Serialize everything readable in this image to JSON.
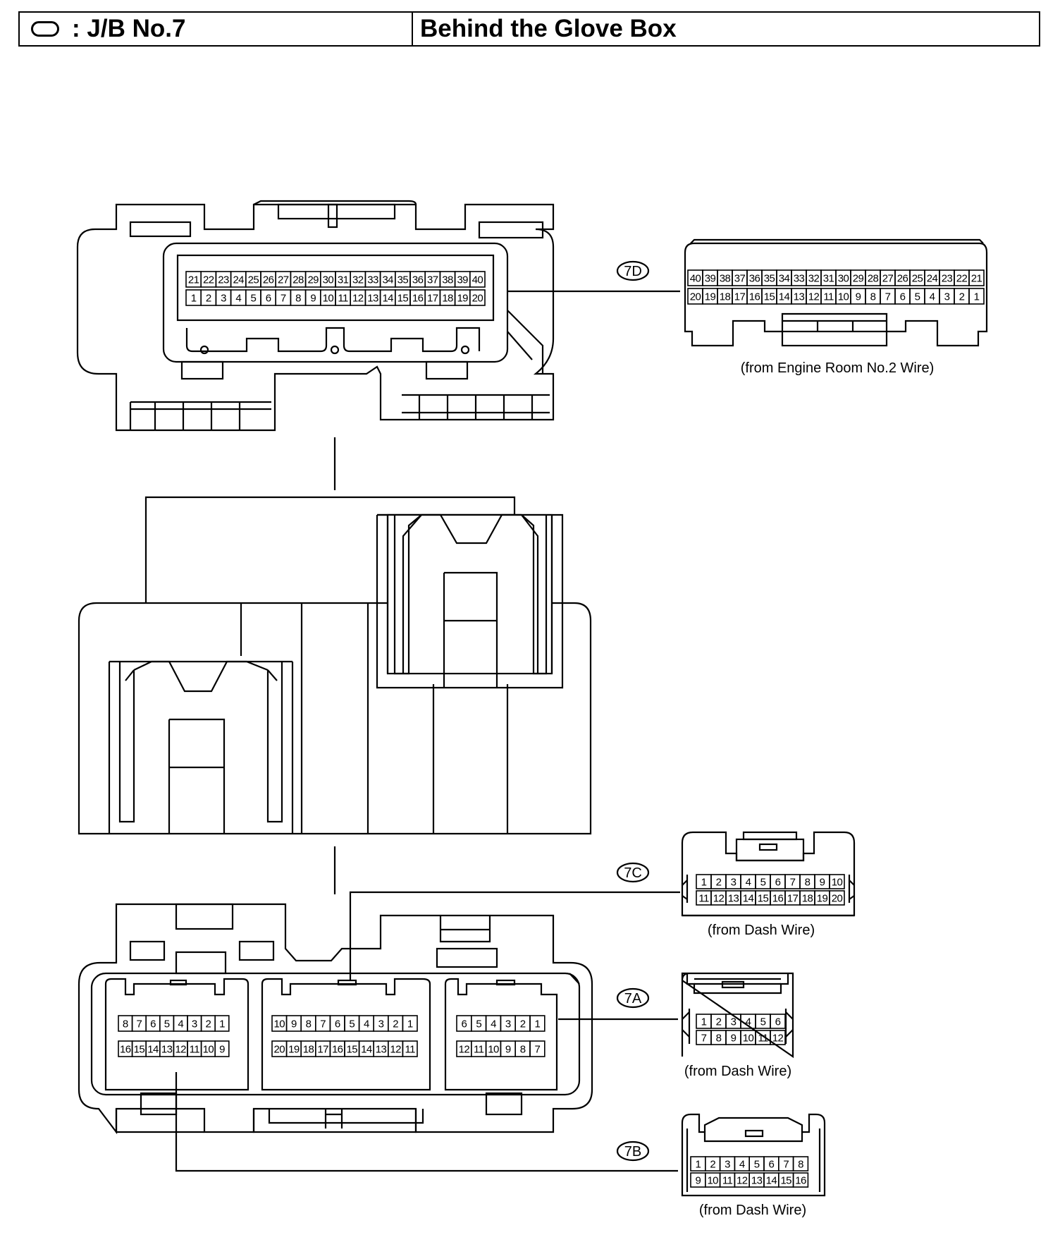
{
  "header": {
    "jb_label": ": J/B No.7",
    "location": "Behind the Glove Box"
  },
  "connectors": {
    "c7D": {
      "code": "7D",
      "source": "(from Engine Room No.2 Wire)",
      "jb_top_row": [
        "21",
        "22",
        "23",
        "24",
        "25",
        "26",
        "27",
        "28",
        "29",
        "30",
        "31",
        "32",
        "33",
        "34",
        "35",
        "36",
        "37",
        "38",
        "39",
        "40"
      ],
      "jb_bottom_row": [
        "1",
        "2",
        "3",
        "4",
        "5",
        "6",
        "7",
        "8",
        "9",
        "10",
        "11",
        "12",
        "13",
        "14",
        "15",
        "16",
        "17",
        "18",
        "19",
        "20"
      ],
      "plug_top_row": [
        "40",
        "39",
        "38",
        "37",
        "36",
        "35",
        "34",
        "33",
        "32",
        "31",
        "30",
        "29",
        "28",
        "27",
        "26",
        "25",
        "24",
        "23",
        "22",
        "21"
      ],
      "plug_bottom_row": [
        "20",
        "19",
        "18",
        "17",
        "16",
        "15",
        "14",
        "13",
        "12",
        "11",
        "10",
        "9",
        "8",
        "7",
        "6",
        "5",
        "4",
        "3",
        "2",
        "1"
      ]
    },
    "c7C": {
      "code": "7C",
      "source": "(from Dash Wire)",
      "jb_top_row": [
        "10",
        "9",
        "8",
        "7",
        "6",
        "5",
        "4",
        "3",
        "2",
        "1"
      ],
      "jb_bottom_row": [
        "20",
        "19",
        "18",
        "17",
        "16",
        "15",
        "14",
        "13",
        "12",
        "11"
      ],
      "plug_top_row": [
        "1",
        "2",
        "3",
        "4",
        "5",
        "6",
        "7",
        "8",
        "9",
        "10"
      ],
      "plug_bottom_row": [
        "11",
        "12",
        "13",
        "14",
        "15",
        "16",
        "17",
        "18",
        "19",
        "20"
      ]
    },
    "c7A": {
      "code": "7A",
      "source": "(from Dash Wire)",
      "jb_top_row": [
        "6",
        "5",
        "4",
        "3",
        "2",
        "1"
      ],
      "jb_bottom_row": [
        "12",
        "11",
        "10",
        "9",
        "8",
        "7"
      ],
      "plug_top_row": [
        "1",
        "2",
        "3",
        "4",
        "5",
        "6"
      ],
      "plug_bottom_row": [
        "7",
        "8",
        "9",
        "10",
        "11",
        "12"
      ]
    },
    "c7B": {
      "code": "7B",
      "source": "(from Dash Wire)",
      "jb_top_row": [
        "8",
        "7",
        "6",
        "5",
        "4",
        "3",
        "2",
        "1"
      ],
      "jb_bottom_row": [
        "16",
        "15",
        "14",
        "13",
        "12",
        "11",
        "10",
        "9"
      ],
      "plug_top_row": [
        "1",
        "2",
        "3",
        "4",
        "5",
        "6",
        "7",
        "8"
      ],
      "plug_bottom_row": [
        "9",
        "10",
        "11",
        "12",
        "13",
        "14",
        "15",
        "16"
      ]
    }
  }
}
